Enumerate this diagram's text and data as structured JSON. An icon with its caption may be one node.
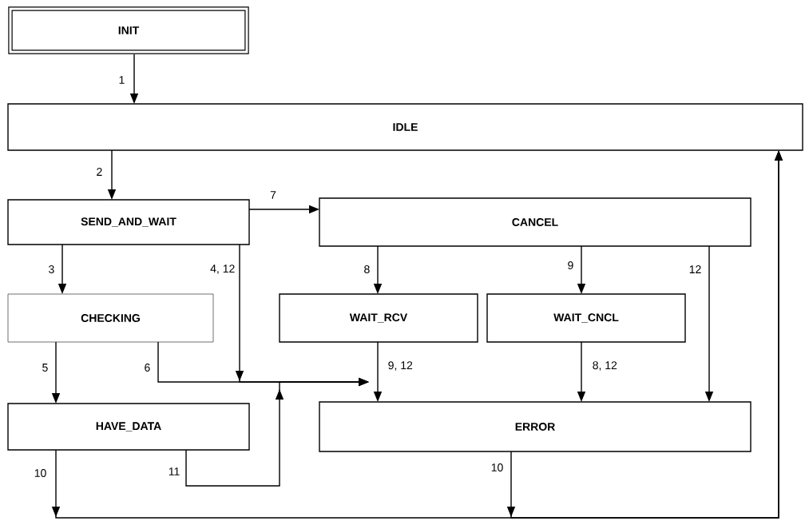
{
  "diagram": {
    "nodes": [
      {
        "text": [
          "INIT"
        ]
      },
      {
        "text": [
          "IDLE"
        ]
      },
      {
        "text": [
          "SEND_AND_WAIT"
        ]
      },
      {
        "text": [
          "CANCEL"
        ]
      },
      {
        "text": [
          "CHECKING"
        ]
      },
      {
        "text": [
          "WAIT_RCV"
        ]
      },
      {
        "text": [
          "WAIT_CNCL"
        ]
      },
      {
        "text": [
          "HAVE_DATA"
        ]
      },
      {
        "text": [
          "ERROR"
        ]
      }
    ],
    "edges": [
      {
        "from": 0,
        "to": 1,
        "arrow": "to",
        "label": "1"
      },
      {
        "from": 1,
        "to": 2,
        "arrow": "to",
        "label": "2"
      },
      {
        "from": 2,
        "to": 3,
        "arrow": "to",
        "label": "7"
      },
      {
        "from": 2,
        "to": 4,
        "arrow": "to",
        "label": "3"
      },
      {
        "from": 2,
        "to": 8,
        "arrow": "to",
        "label": "4, 12"
      },
      {
        "from": 3,
        "to": 5,
        "arrow": "to",
        "label": "8"
      },
      {
        "from": 3,
        "to": 6,
        "arrow": "to",
        "label": "9"
      },
      {
        "from": 3,
        "to": 8,
        "arrow": "to",
        "label": "12"
      },
      {
        "from": 4,
        "to": 7,
        "arrow": "to",
        "label": "5"
      },
      {
        "from": 4,
        "to": 8,
        "arrow": "to",
        "label": "6"
      },
      {
        "from": 5,
        "to": 8,
        "arrow": "to",
        "label": "9, 12"
      },
      {
        "from": 6,
        "to": 8,
        "arrow": "to",
        "label": "8, 12"
      },
      {
        "from": 7,
        "to": 8,
        "arrow": "to",
        "label": "11"
      },
      {
        "from": 7,
        "to": 1,
        "arrow": "to",
        "label": "10"
      },
      {
        "from": 8,
        "to": 1,
        "arrow": "to",
        "label": "10"
      }
    ]
  }
}
